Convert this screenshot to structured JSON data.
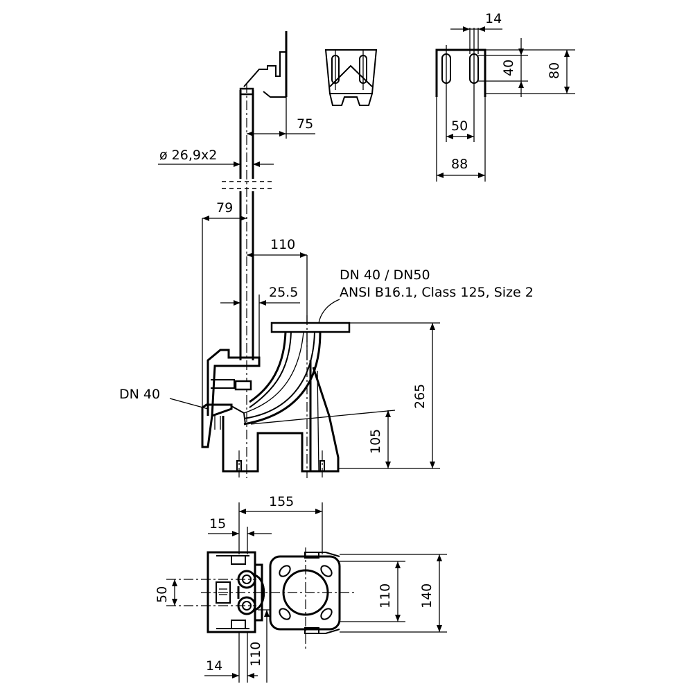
{
  "dimensions": {
    "top_slot_width": "14",
    "top_slot_height": "40",
    "top_bracket_height": "80",
    "top_slot_spacing": "50",
    "top_bracket_width": "88",
    "pipe_offset": "75",
    "pipe_diameter": "ø 26,9x2",
    "guide_offset": "79",
    "flange_offset": "110",
    "guide_gap": "25.5",
    "total_height": "265",
    "outlet_height": "105",
    "bottom_length": "155",
    "bottom_small": "15",
    "bottom_spacing": "50",
    "flange_hole": "110",
    "flange_width": "140",
    "bottom_vertical": "110",
    "bottom_small_2": "14"
  },
  "labels": {
    "flange_line1": "DN 40 / DN50",
    "flange_line2": "ANSI B16.1, Class 125, Size 2",
    "dn40": "DN 40"
  }
}
